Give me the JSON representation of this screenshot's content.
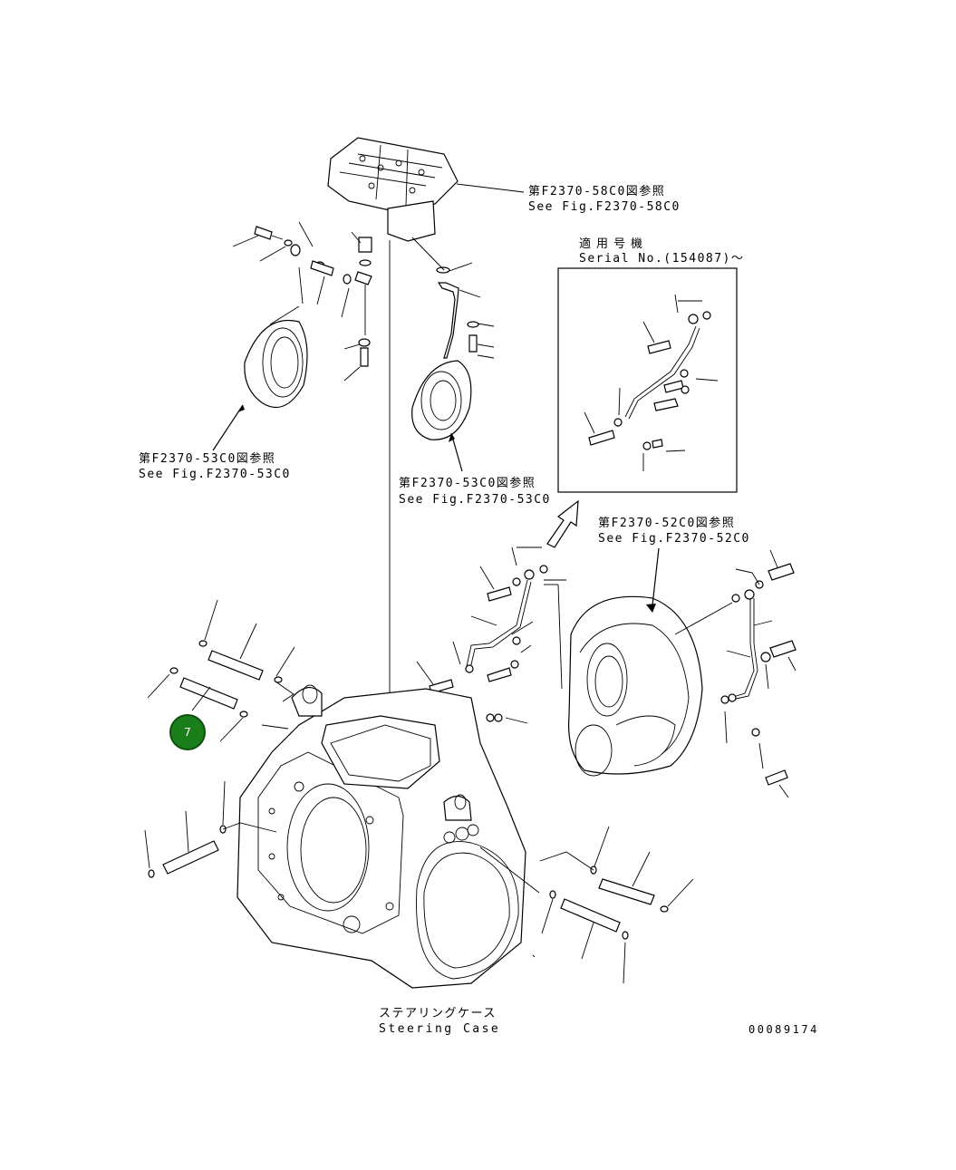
{
  "labels": {
    "top_ref_jp": "第F2370-58C0図参照",
    "top_ref_en": "See Fig.F2370-58C0",
    "left_ref_jp": "第F2370-53C0図参照",
    "left_ref_en": "See Fig.F2370-53C0",
    "mid_ref_jp": "第F2370-53C0図参照",
    "mid_ref_en": "See Fig.F2370-53C0",
    "right_ref_jp": "第F2370-52C0図参照",
    "right_ref_en": "See Fig.F2370-52C0",
    "serial_jp": "適用号機",
    "serial_en": "Serial No.(154087)～",
    "case_jp": "ステアリングケース",
    "case_en": "Steering Case",
    "drawing_no": "00089174"
  },
  "callouts": [
    {
      "number": "7",
      "color": "#1a7f1a"
    }
  ]
}
